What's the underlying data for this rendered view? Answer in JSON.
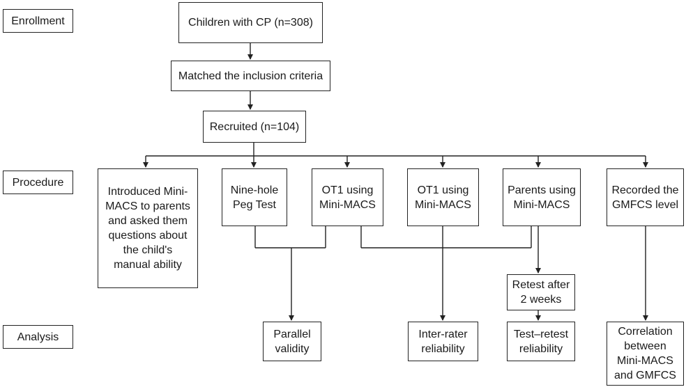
{
  "stages": {
    "enrollment": "Enrollment",
    "procedure": "Procedure",
    "analysis": "Analysis"
  },
  "boxes": {
    "children": "Children with CP (n=308)",
    "matched": "Matched the inclusion criteria",
    "recruited": "Recruited (n=104)",
    "introduced": "Introduced Mini-\nMACS to parents\nand asked them\nquestions about\nthe child's\nmanual ability",
    "nine_hole": "Nine-hole\nPeg Test",
    "ot1_a": "OT1 using\nMini-MACS",
    "ot1_b": "OT1 using\nMini-MACS",
    "parents": "Parents using\nMini-MACS",
    "gmfcs": "Recorded the\nGMFCS level",
    "retest": "Retest after\n2 weeks",
    "parallel": "Parallel\nvalidity",
    "inter_rater": "Inter-rater\nreliability",
    "test_retest": "Test–retest\nreliability",
    "correlation": "Correlation\nbetween\nMini-MACS\nand GMFCS"
  }
}
